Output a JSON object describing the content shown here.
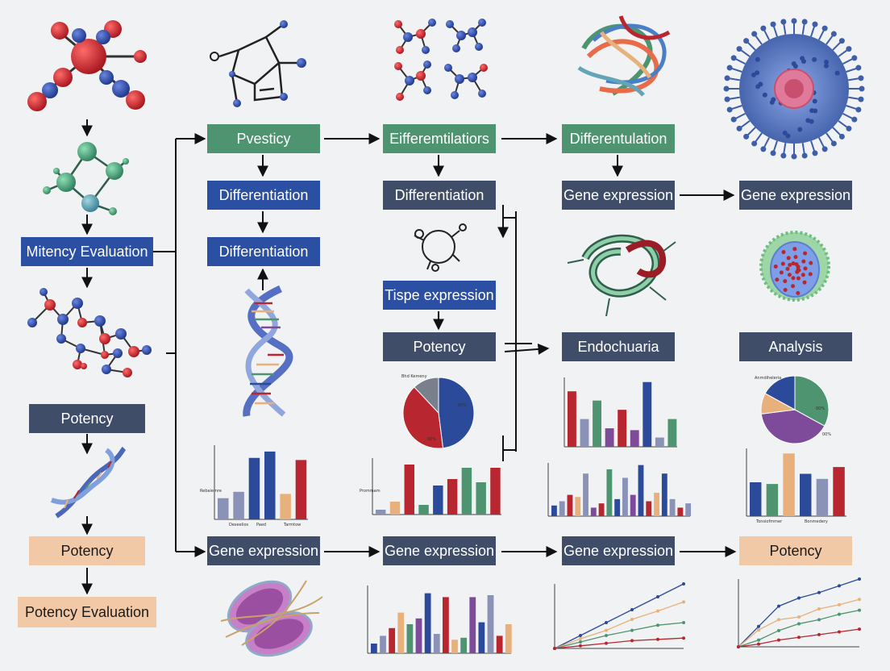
{
  "boxes": {
    "mitency_evaluation": "Mitency Evaluation",
    "potency_left": "Potency",
    "potency_peach_left": "Potency",
    "potency_evaluation": "Potency Evaluation",
    "pvesticy": "Pvesticy",
    "differentiation_c2_1": "Differentiation",
    "differentiation_c2_2": "Differentiation",
    "gene_expression_c2": "Gene expression",
    "eifferemtilatiors": "Eifferemtilatiors",
    "differentiation_c3": "Differentiation",
    "tispe_expression": "Tispe expression",
    "potency_c3": "Potency",
    "gene_expression_c3": "Gene expression",
    "differentulation": "Differentulation",
    "gene_expression_c4": "Gene expression",
    "endochuaria": "Endochuaria",
    "gene_expression_c4_bottom": "Gene expression",
    "gene_expression_c5": "Gene expression",
    "analysis": "Analysis",
    "potency_peach_right": "Potency"
  },
  "colors": {
    "navy": "#3f4d69",
    "blue": "#2a4fa3",
    "green": "#4f9470",
    "peach": "#f1c9a6",
    "red": "#b8262f",
    "dark_blue": "#2b4a9a",
    "teal": "#3f8f76",
    "tan": "#e8b07a",
    "purple": "#7e4a9a"
  },
  "icons": [
    "molecule-icon",
    "dna-helix-icon",
    "protein-ribbon-icon",
    "virus-cell-icon",
    "cell-division-icon"
  ],
  "chart_data": [
    {
      "type": "pie",
      "values": [
        48,
        40,
        12
      ],
      "colors": [
        "#2b4a9a",
        "#b8262f",
        "#7a7f8c"
      ],
      "labels": [
        "Bhd Kemeny",
        "00%",
        "00%"
      ]
    },
    {
      "type": "pie",
      "values": [
        33,
        40,
        10,
        17
      ],
      "colors": [
        "#4f9470",
        "#7e4a9a",
        "#e8b07a",
        "#2b4a9a"
      ],
      "labels": [
        "Anmdiheleria",
        "00%",
        "00%"
      ]
    },
    {
      "type": "bar",
      "values": [
        20,
        26,
        58,
        64,
        24,
        56
      ],
      "colors": [
        "#8a92b8",
        "#8a92b8",
        "#2b4a9a",
        "#2b4a9a",
        "#e8b07a",
        "#b8262f"
      ],
      "ylabel": "Rebaiemre",
      "xlabels": [
        "Deseelios",
        "Paed",
        "Tarmtow"
      ]
    },
    {
      "type": "bar",
      "values": [
        6,
        16,
        62,
        12,
        36,
        44,
        58,
        40,
        58
      ],
      "colors": [
        "#8a92b8",
        "#e8b07a",
        "#b8262f",
        "#4f9470",
        "#2b4a9a",
        "#b8262f",
        "#4f9470",
        "#4f9470",
        "#b8262f"
      ],
      "ylabel": "Prommam"
    },
    {
      "type": "bar",
      "values": [
        60,
        30,
        50,
        20,
        40,
        18,
        70,
        10,
        30
      ],
      "colors": [
        "#b8262f",
        "#8a92b8",
        "#4f9470",
        "#7e4a9a",
        "#b8262f",
        "#7e4a9a",
        "#2b4a9a",
        "#8a92b8",
        "#4f9470"
      ]
    },
    {
      "type": "bar",
      "values": [
        10,
        14,
        20,
        18,
        40,
        8,
        12,
        44,
        16,
        36,
        20,
        48,
        14,
        22,
        40,
        16,
        8,
        12
      ],
      "colors": [
        "#2b4a9a",
        "#8a92b8",
        "#b8262f",
        "#e8b07a",
        "#8a92b8",
        "#7e4a9a",
        "#b8262f",
        "#4f9470",
        "#2b4a9a",
        "#8a92b8",
        "#7e4a9a",
        "#2b4a9a",
        "#b8262f",
        "#e8b07a",
        "#2b4a9a",
        "#8a92b8",
        "#b8262f",
        "#8a92b8"
      ]
    },
    {
      "type": "bar",
      "values": [
        40,
        38,
        74,
        50,
        44,
        58
      ],
      "colors": [
        "#2b4a9a",
        "#4f9470",
        "#e8b07a",
        "#2b4a9a",
        "#8a92b8",
        "#b8262f"
      ],
      "xlabels": [
        "Tonsiofmmer",
        "Bonmedery"
      ]
    },
    {
      "type": "bar",
      "values": [
        10,
        18,
        26,
        42,
        30,
        36,
        62,
        20,
        58,
        14,
        16,
        58,
        32,
        60,
        18,
        30
      ]
    },
    {
      "type": "line",
      "series": [
        [
          0,
          20,
          40,
          60,
          80,
          100
        ],
        [
          0,
          15,
          28,
          45,
          58,
          72
        ],
        [
          0,
          10,
          20,
          28,
          36,
          40
        ],
        [
          0,
          4,
          8,
          12,
          14,
          16
        ]
      ]
    },
    {
      "type": "line",
      "series": [
        [
          0,
          30,
          60,
          72,
          80,
          90,
          100
        ],
        [
          0,
          25,
          40,
          44,
          56,
          62,
          70
        ],
        [
          0,
          10,
          24,
          34,
          40,
          48,
          54
        ],
        [
          0,
          4,
          10,
          14,
          18,
          22,
          26
        ]
      ]
    }
  ]
}
